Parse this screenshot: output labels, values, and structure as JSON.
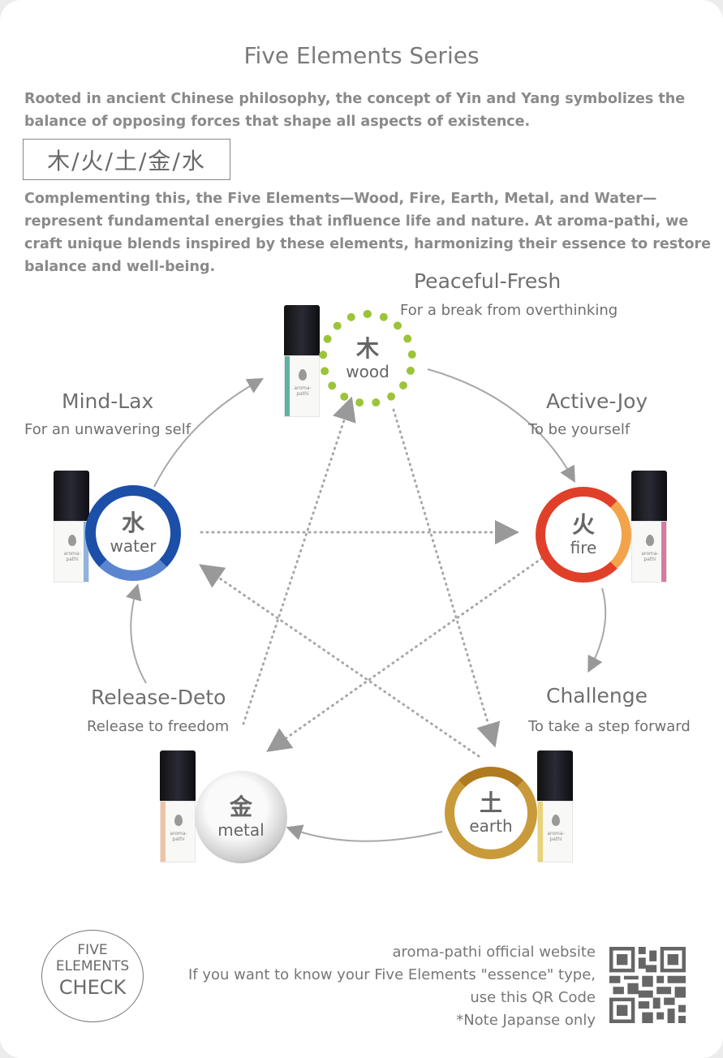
{
  "header": {
    "title": "Five Elements Series"
  },
  "intro": {
    "p1": "Rooted in ancient Chinese philosophy, the concept of Yin and Yang symbolizes the balance of opposing forces that shape all aspects of existence.",
    "kanji": "木/火/土/金/水",
    "p2": "Complementing this, the Five Elements—Wood, Fire, Earth, Metal, and Water—represent fundamental energies that influence life and nature. At aroma-pathi, we craft unique blends inspired by these elements, harmonizing their essence to restore balance and well-being."
  },
  "elements": {
    "wood": {
      "name": "Peaceful-Fresh",
      "desc": "For a break from overthinking",
      "kanji": "木",
      "label": "wood",
      "color": "#9cc43a",
      "stripe": "#5fb3a0"
    },
    "fire": {
      "name": "Active-Joy",
      "desc": "To be yourself",
      "kanji": "火",
      "label": "fire",
      "color": "#e0402a",
      "stripe": "#d77aa0"
    },
    "earth": {
      "name": "Challenge",
      "desc": "To take a step forward",
      "kanji": "土",
      "label": "earth",
      "color": "#c99a3a",
      "stripe": "#e8d27a"
    },
    "metal": {
      "name": "Release-Deto",
      "desc": "Release to freedom",
      "kanji": "金",
      "label": "metal",
      "color": "#9a9a9a",
      "stripe": "#f0c3a0"
    },
    "water": {
      "name": "Mind-Lax",
      "desc": "For an unwavering self",
      "kanji": "水",
      "label": "water",
      "color": "#1c4fa8",
      "stripe": "#8fb4dd"
    }
  },
  "bottle_brand": "aroma-pathi",
  "footer": {
    "check": [
      "FIVE",
      "ELEMENTS",
      "CHECK"
    ],
    "lines": [
      "aroma-pathi official website",
      "If you want to know your Five Elements \"essence\" type,",
      "use this QR Code",
      "*Note Japanse only"
    ]
  }
}
